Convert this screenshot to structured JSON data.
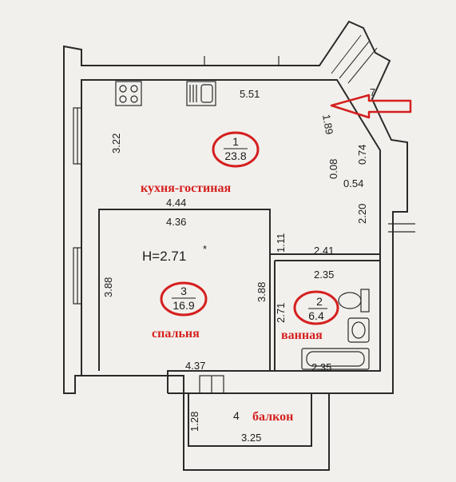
{
  "plan": {
    "height_label": "H=2.71",
    "height_mark": "*",
    "corner_mark": "7",
    "rooms": [
      {
        "id": "kitchen",
        "number": "1",
        "area": "23.8",
        "name": "кухня-гостиная"
      },
      {
        "id": "bathroom",
        "number": "2",
        "area": "6.4",
        "name": "ванная"
      },
      {
        "id": "bedroom",
        "number": "3",
        "area": "16.9",
        "name": "спальня"
      },
      {
        "id": "balcony",
        "number": "4",
        "area": "",
        "name": "балкон"
      }
    ],
    "dimensions": {
      "kitchen_top": "5.51",
      "kitchen_left": "3.22",
      "kitchen_bottom_outer": "4.44",
      "bedroom_top": "4.36",
      "corridor_wall": "1.11",
      "diagonal_wall": "1.89",
      "right_upper": "0.74",
      "right_small": "0.08",
      "right_opening": "0.54",
      "right_lower": "2.20",
      "bath_top_outer": "2.41",
      "bath_top_inner": "2.35",
      "bedroom_left": "3.88",
      "bedroom_right": "3.88",
      "bath_left": "2.71",
      "bath_bottom": "2.35",
      "bedroom_bottom": "4.37",
      "balcony_left": "1.28",
      "balcony_bottom": "3.25"
    },
    "colors": {
      "wall": "#2a2a2a",
      "highlight": "#d51f1f",
      "paper": "#f1f0ec"
    }
  }
}
